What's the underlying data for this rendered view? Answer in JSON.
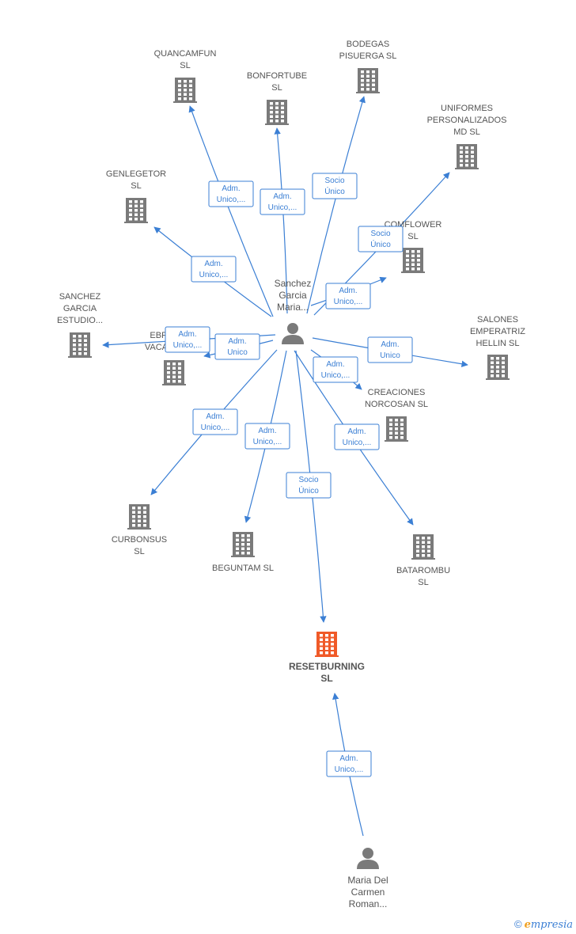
{
  "companies": [
    {
      "id": "quancamfun",
      "lines": [
        "QUANCAMFUN",
        "SL"
      ]
    },
    {
      "id": "bonfortube",
      "lines": [
        "BONFORTUBE",
        "SL"
      ]
    },
    {
      "id": "bodegas",
      "lines": [
        "BODEGAS",
        "PISUERGA SL"
      ]
    },
    {
      "id": "uniformes",
      "lines": [
        "UNIFORMES",
        "PERSONALIZADOS",
        "MD SL"
      ]
    },
    {
      "id": "genlegetor",
      "lines": [
        "GENLEGETOR",
        "SL"
      ]
    },
    {
      "id": "comflower",
      "lines": [
        "COMFLOWER",
        "SL"
      ]
    },
    {
      "id": "sanchez_estudio",
      "lines": [
        "SANCHEZ",
        "GARCIA",
        "ESTUDIO..."
      ]
    },
    {
      "id": "ebro",
      "lines": [
        "EBR",
        "VACA"
      ]
    },
    {
      "id": "salones",
      "lines": [
        "SALONES",
        "EMPERATRIZ",
        "HELLIN SL"
      ]
    },
    {
      "id": "creaciones",
      "lines": [
        "CREACIONES",
        "NORCOSAN  SL"
      ]
    },
    {
      "id": "curbonsus",
      "lines": [
        "CURBONSUS",
        "SL"
      ]
    },
    {
      "id": "beguntam",
      "lines": [
        "BEGUNTAM  SL"
      ]
    },
    {
      "id": "batarombu",
      "lines": [
        "BATAROMBU",
        "SL"
      ]
    },
    {
      "id": "resetburning",
      "lines": [
        "RESETBURNING",
        "SL"
      ],
      "focus": true
    }
  ],
  "persons": [
    {
      "id": "sanchez",
      "lines": [
        "Sanchez",
        "Garcia",
        "Maria..."
      ]
    },
    {
      "id": "maria",
      "lines": [
        "Maria Del",
        "Carmen",
        "Roman..."
      ]
    }
  ],
  "edges": [
    {
      "from": "sanchez",
      "to": "quancamfun",
      "label": [
        "Adm.",
        "Unico,..."
      ]
    },
    {
      "from": "sanchez",
      "to": "bonfortube",
      "label": [
        "Adm.",
        "Unico,..."
      ]
    },
    {
      "from": "sanchez",
      "to": "bodegas",
      "label": [
        "Socio",
        "Único"
      ]
    },
    {
      "from": "sanchez",
      "to": "uniformes",
      "label": [
        "Socio",
        "Único"
      ]
    },
    {
      "from": "sanchez",
      "to": "genlegetor",
      "label": [
        "Adm.",
        "Unico,..."
      ]
    },
    {
      "from": "sanchez",
      "to": "comflower",
      "label": [
        "Adm.",
        "Unico,..."
      ]
    },
    {
      "from": "sanchez",
      "to": "sanchez_estudio",
      "label": [
        "Adm.",
        "Unico,..."
      ]
    },
    {
      "from": "sanchez",
      "to": "ebro",
      "label": [
        "Adm.",
        "Unico"
      ]
    },
    {
      "from": "sanchez",
      "to": "salones",
      "label": [
        "Adm.",
        "Unico"
      ]
    },
    {
      "from": "sanchez",
      "to": "creaciones",
      "label": [
        "Adm.",
        "Unico,..."
      ]
    },
    {
      "from": "sanchez",
      "to": "curbonsus",
      "label": [
        "Adm.",
        "Unico,..."
      ]
    },
    {
      "from": "sanchez",
      "to": "beguntam",
      "label": [
        "Adm.",
        "Unico,..."
      ]
    },
    {
      "from": "sanchez",
      "to": "batarombu",
      "label": [
        "Adm.",
        "Unico,..."
      ]
    },
    {
      "from": "sanchez",
      "to": "resetburning",
      "label": [
        "Socio",
        "Único"
      ]
    },
    {
      "from": "maria",
      "to": "resetburning",
      "label": [
        "Adm.",
        "Unico,..."
      ]
    }
  ],
  "footer": {
    "copyright": "©",
    "brand_initial": "e",
    "brand_rest": "mpresia"
  },
  "colors": {
    "edge": "#3b7fd4",
    "building": "#7a7a7a",
    "focus_building": "#f05a28",
    "label": "#555555"
  }
}
